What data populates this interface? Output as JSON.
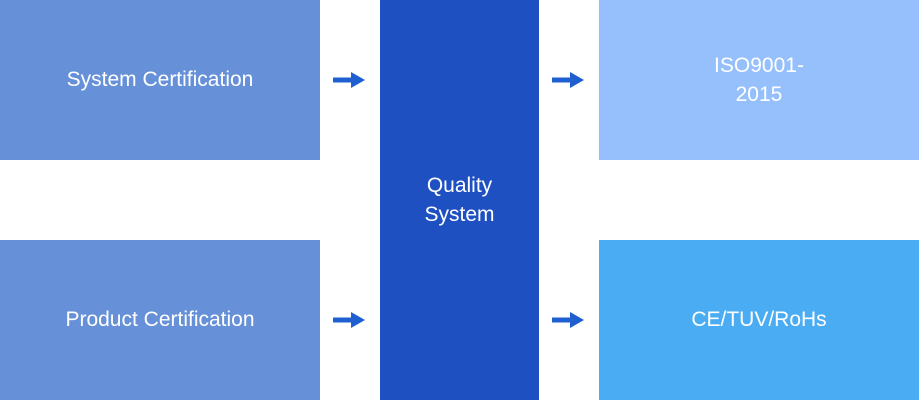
{
  "diagram": {
    "system_certification": {
      "label": "System Certification",
      "color": "#6691d8"
    },
    "product_certification": {
      "label": "Product Certification",
      "color": "#6691d8"
    },
    "quality_system": {
      "label": "Quality\nSystem",
      "color": "#1f50c2"
    },
    "iso": {
      "label": "ISO9001-\n2015",
      "color": "#96c0fb"
    },
    "ce": {
      "label": "CE/TUV/RoHs",
      "color": "#4aacf2"
    },
    "arrow_color": "#1f5fd0"
  }
}
